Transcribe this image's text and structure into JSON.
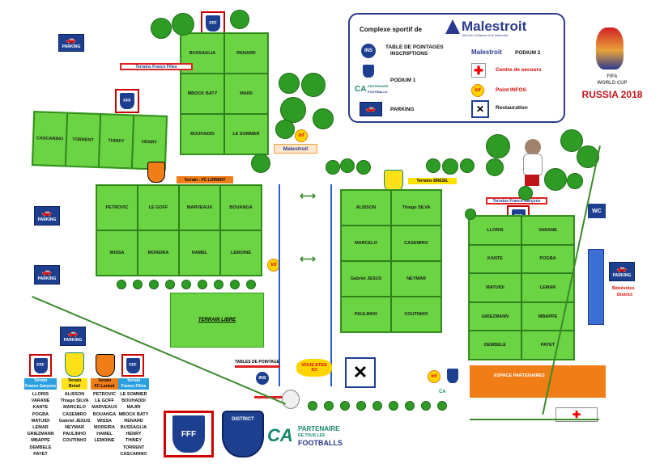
{
  "legend": {
    "title": "Complexe sportif de",
    "brand": "Malestroit",
    "brand_tag": "Ville d'Art, d'Histoire et de Patrimoine",
    "ins_icon": "INS",
    "ins_label_1": "TABLE DE POINTAGES",
    "ins_label_2": "INSCRIPTIONS",
    "podium1": "PODIUM 1",
    "podium2_brand": "Malestroit",
    "podium2": "PODIUM 2",
    "secours": "Centre de secours",
    "infos": "Point INFOS",
    "parking": "PARKING",
    "restauration": "Restauration",
    "ca_line1": "PARTENAIRE",
    "ca_line2": "FOOTBALLS"
  },
  "wc": {
    "word": "WORLD CUP",
    "brand": "FIFA",
    "title": "RUSSIA 2018"
  },
  "parking": {
    "label": "PARKING"
  },
  "info_label": "Inf",
  "banners": {
    "france_filles": "Terrains France Filles",
    "lorient": "Terrain - FC LORIENT",
    "bresil": "Terrains BRÉSIL",
    "france_garcons": "Terrains France Garçons",
    "malestroit": "Malestroit"
  },
  "fields": {
    "top": [
      "BUSSAGLIA",
      "RENARD",
      "MBOCK BATY",
      "MAIRI",
      "BOUHADDI",
      "LE SOMMER"
    ],
    "left": [
      "CASCARINO",
      "TORRENT",
      "THINEY",
      "HENRY"
    ],
    "lorient": [
      "PETROVIC",
      "LE GOFF",
      "MARVEAUX",
      "BOUANGA",
      "WISSA",
      "MOREIRA",
      "HAMEL",
      "LEMOINE"
    ],
    "bresil": [
      "ALISSON",
      "Thiago SILVA",
      "MARCELO",
      "CASEMIRO",
      "Gabriel JESUS",
      "NEYMAR",
      "PAULINHO",
      "COUTINHO"
    ],
    "france": [
      "LLORIS",
      "VARANE",
      "KANTE",
      "POGBA",
      "MATUIDI",
      "LEMAR",
      "GRIEZMANN",
      "MBAPPE",
      "DEMBELE",
      "PAYET"
    ]
  },
  "terrain_libre": "TERRAIN LIBRE",
  "espace_partenaires": "ESPACE PARTENAIRES",
  "wc_sign": "WC",
  "benevoles": [
    "Bénévoles",
    "District"
  ],
  "tables_pointage": "TABLES DE POINTAGE",
  "ins_small": "INS",
  "vous_etes_ici": [
    "VOUS ETES",
    "ICI"
  ],
  "teams": {
    "col1": {
      "header": [
        "Terrain",
        "France Garçons"
      ],
      "players": [
        "LLORIS",
        "VARANE",
        "KANTE",
        "POGBA",
        "MATUIDI",
        "LEMAR",
        "GRIEZMANN",
        "MBAPPE",
        "DEMBELE",
        "PAYET"
      ]
    },
    "col2": {
      "header": [
        "Terrain",
        "Brésil"
      ],
      "players": [
        "ALISSON",
        "Thiago SILVA",
        "MARCELO",
        "CASEMIRO",
        "Gabriel JESUS",
        "NEYMAR",
        "PAULINHO",
        "COUTINHO"
      ]
    },
    "col3": {
      "header": [
        "Terrain",
        "FC Lorient"
      ],
      "players": [
        "PETROVIC",
        "LE GOFF",
        "MARVEAUX",
        "BOUANGA",
        "WISSA",
        "MOREIRA",
        "HAMEL",
        "LEMOINE"
      ]
    },
    "col4": {
      "header": [
        "Terrain",
        "France Filles"
      ],
      "players": [
        "LE SOMMER",
        "BOUHADDI",
        "MAJRI",
        "MBOCK BATY",
        "RENARD",
        "BUSSAGLIA",
        "HENRY",
        "THINEY",
        "TORRENT",
        "CASCARINO"
      ]
    }
  },
  "fff": "FFF",
  "district": "DISTRICT",
  "ca_bottom": {
    "line1": "PARTENAIRE",
    "line2": "DE TOUS LES",
    "line3": "FOOTBALLS"
  },
  "colors": {
    "field": "#6bd443",
    "parking": "#1d3f8f",
    "orange": "#f07d16",
    "brand_blue": "#2b3a8f"
  }
}
